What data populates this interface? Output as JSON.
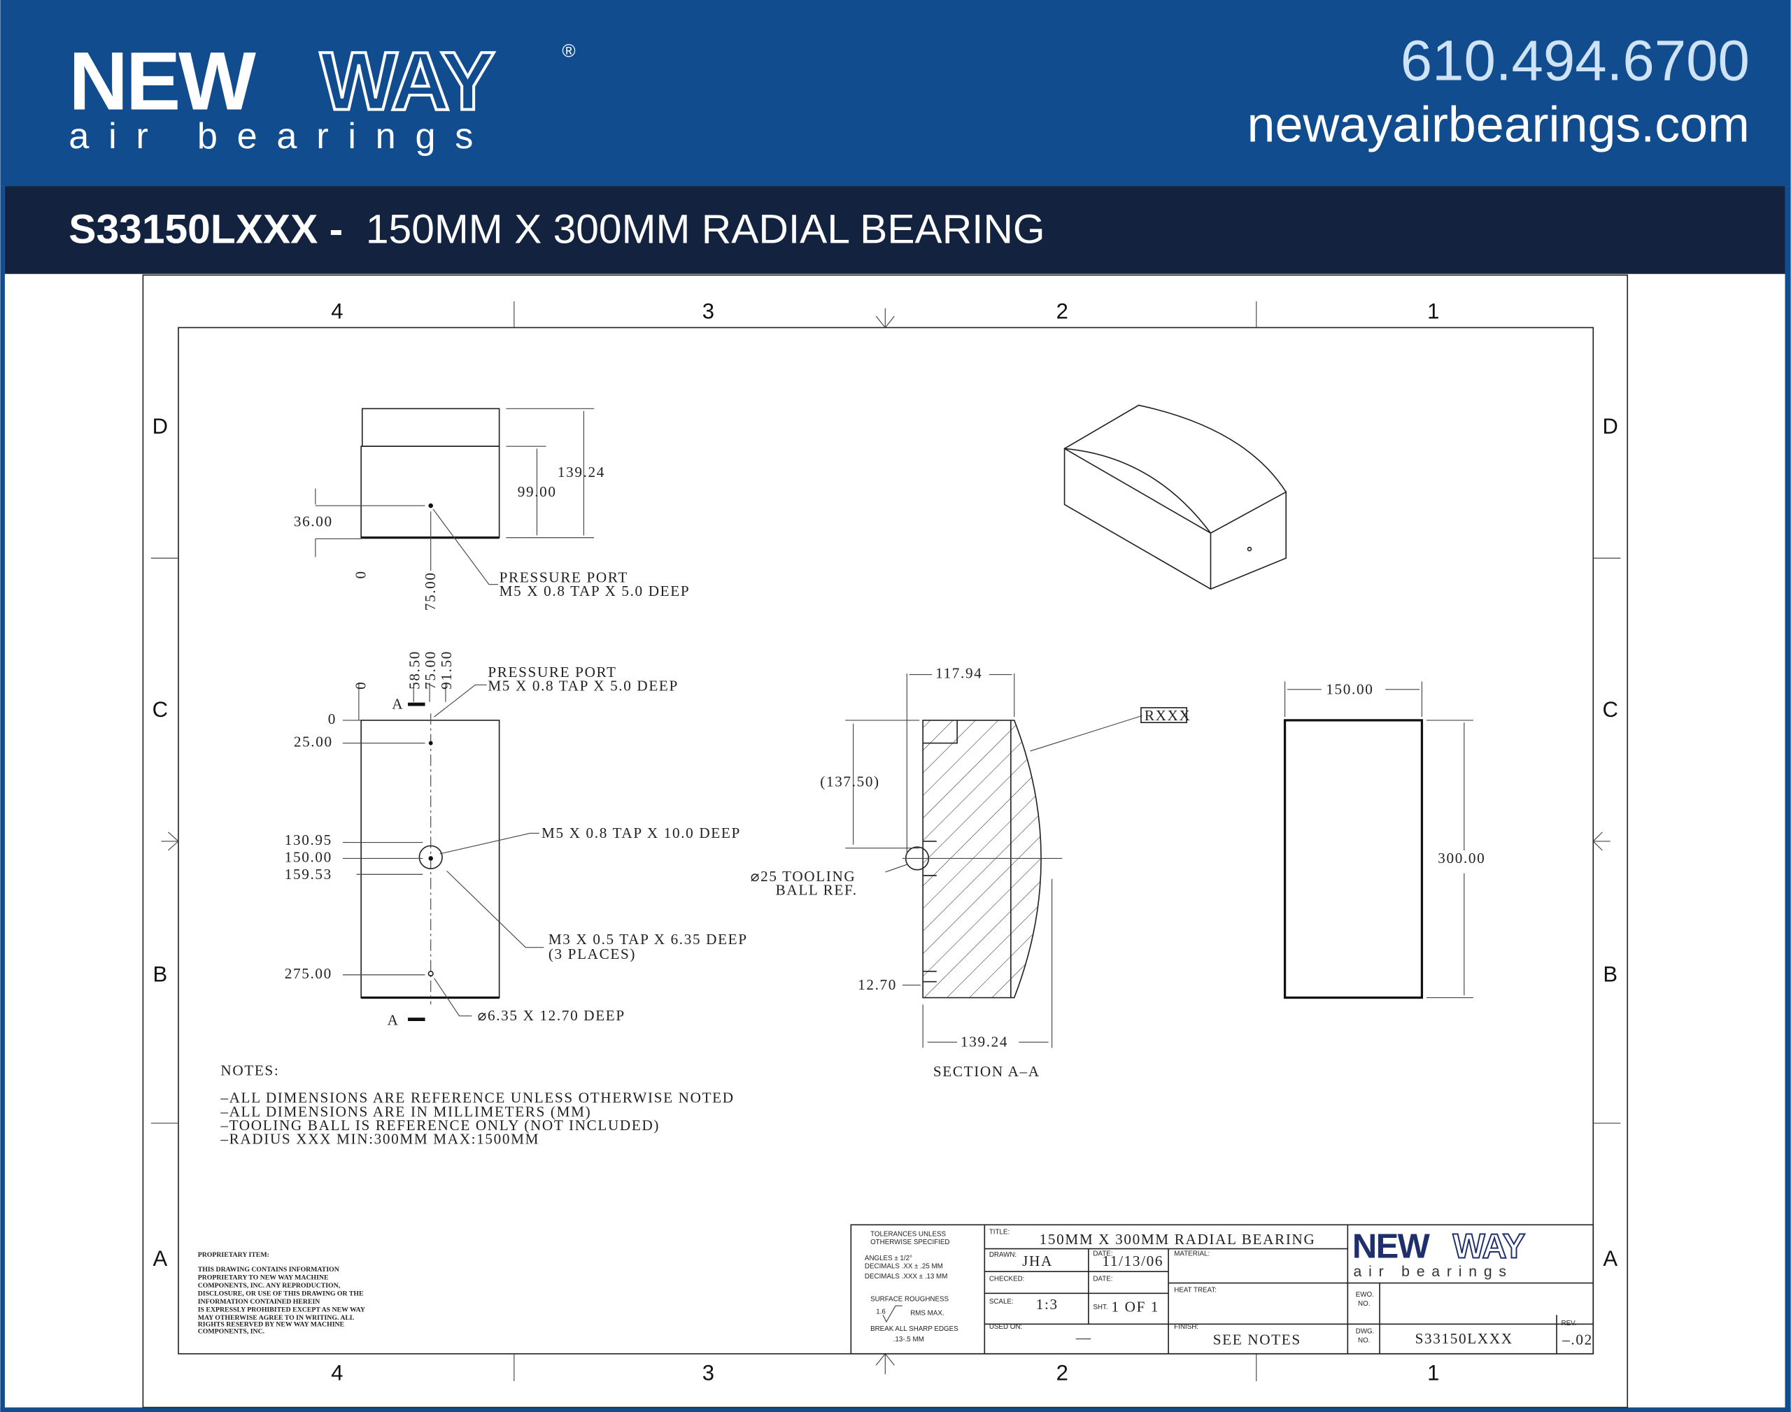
{
  "header": {
    "logo_new": "NEW",
    "logo_way": "WAY",
    "logo_reg": "®",
    "logo_sub": "air bearings",
    "phone": "610.494.6700",
    "website": "newayairbearings.com",
    "bg_color": "#114c8e",
    "band_color": "#13233f"
  },
  "title_band": {
    "part_number": "S33150LXXX -",
    "description": "150MM X 300MM RADIAL BEARING"
  },
  "zones": {
    "columns": [
      "4",
      "3",
      "2",
      "1"
    ],
    "rows": [
      "D",
      "C",
      "B",
      "A"
    ]
  },
  "top_view": {
    "dim_139_24": "139.24",
    "dim_99_00": "99.00",
    "dim_36_00": "36.00",
    "dim_0": "0",
    "dim_75_00": "75.00",
    "callout_line1": "PRESSURE  PORT",
    "callout_line2": "M5  X  0.8  TAP  X  5.0  DEEP"
  },
  "front_view": {
    "top_dims": [
      "0",
      "58.50",
      "75.00",
      "91.50"
    ],
    "section_label": "A",
    "callout_port_line1": "PRESSURE  PORT",
    "callout_port_line2": "M5  X  0.8  TAP  X  5.0  DEEP",
    "left_dims": [
      "0",
      "25.00",
      "130.95",
      "150.00",
      "159.53",
      "275.00"
    ],
    "callout_m5": "M5  X  0.8  TAP  X  10.0  DEEP",
    "callout_m3_line1": "M3  X  0.5  TAP  X  6.35  DEEP",
    "callout_m3_line2": "(3  PLACES)",
    "callout_hole": "⌀6.35  X  12.70  DEEP"
  },
  "section_view": {
    "dim_117_94": "117.94",
    "dim_137_50": "(137.50)",
    "radius_label": "RXXX",
    "tooling_line1": "⌀25  TOOLING",
    "tooling_line2": "BALL  REF.",
    "dim_12_70": "12.70",
    "dim_139_24": "139.24",
    "caption": "SECTION  A–A"
  },
  "side_view": {
    "dim_150_00": "150.00",
    "dim_300_00": "300.00"
  },
  "notes": {
    "heading": "NOTES:",
    "items": [
      "–ALL  DIMENSIONS  ARE  REFERENCE  UNLESS  OTHERWISE  NOTED",
      "–ALL  DIMENSIONS  ARE  IN  MILLIMETERS  (MM)",
      "–TOOLING  BALL  IS  REFERENCE  ONLY  (NOT  INCLUDED)",
      "–RADIUS  XXX  MIN:300MM  MAX:1500MM"
    ]
  },
  "proprietary": {
    "heading": "PROPRIETARY ITEM:",
    "lines": [
      "THIS DRAWING CONTAINS INFORMATION",
      "PROPRIETARY TO NEW WAY MACHINE",
      "COMPONENTS, INC. ANY REPRODUCTION,",
      "DISCLOSURE, OR USE OF THIS DRAWING OR THE",
      "INFORMATION CONTAINED HEREIN",
      "IS EXPRESSLY PROHIBITED EXCEPT AS NEW WAY",
      "MAY OTHERWISE AGREE TO IN WRITING. ALL",
      "RIGHTS RESERVED BY NEW WAY MACHINE",
      "COMPONENTS, INC."
    ]
  },
  "title_block": {
    "tolerances_line1": "TOLERANCES UNLESS",
    "tolerances_line2": "OTHERWISE SPECIFIED",
    "angles": "ANGLES ± 1/2°",
    "decimals_xx": "DECIMALS .XX ± .25 MM",
    "decimals_xxx": "DECIMALS .XXX ± .13 MM",
    "surface_roughness": "SURFACE ROUGHNESS",
    "roughness_value": "1.6",
    "rms_max": "RMS MAX.",
    "break_edges": "BREAK ALL SHARP EDGES",
    "break_value": ".13-.5 MM",
    "title_label": "TITLE:",
    "title_value": "150MM  X  300MM  RADIAL  BEARING",
    "drawn_label": "DRAWN:",
    "drawn_value": "JHA",
    "date_label": "DATE:",
    "date_value": "11/13/06",
    "material_label": "MATERIAL:",
    "checked_label": "CHECKED:",
    "date2_label": "DATE:",
    "heat_treat_label": "HEAT TREAT:",
    "scale_label": "SCALE:",
    "scale_value": "1:3",
    "sheet_label": "SHT.",
    "sheet_value": "1  OF  1",
    "used_on_label": "USED ON:",
    "used_on_value": "—",
    "finish_label": "FINISH:",
    "finish_value": "SEE  NOTES",
    "ewo_label_1": "EWO.",
    "ewo_label_2": "NO.",
    "dwg_label_1": "DWG.",
    "dwg_label_2": "NO.",
    "dwg_value": "S33150LXXX",
    "rev_label": "REV.",
    "rev_value": "–.02",
    "logo_new": "NEW",
    "logo_way": "WAY",
    "logo_sub": "air bearings"
  }
}
